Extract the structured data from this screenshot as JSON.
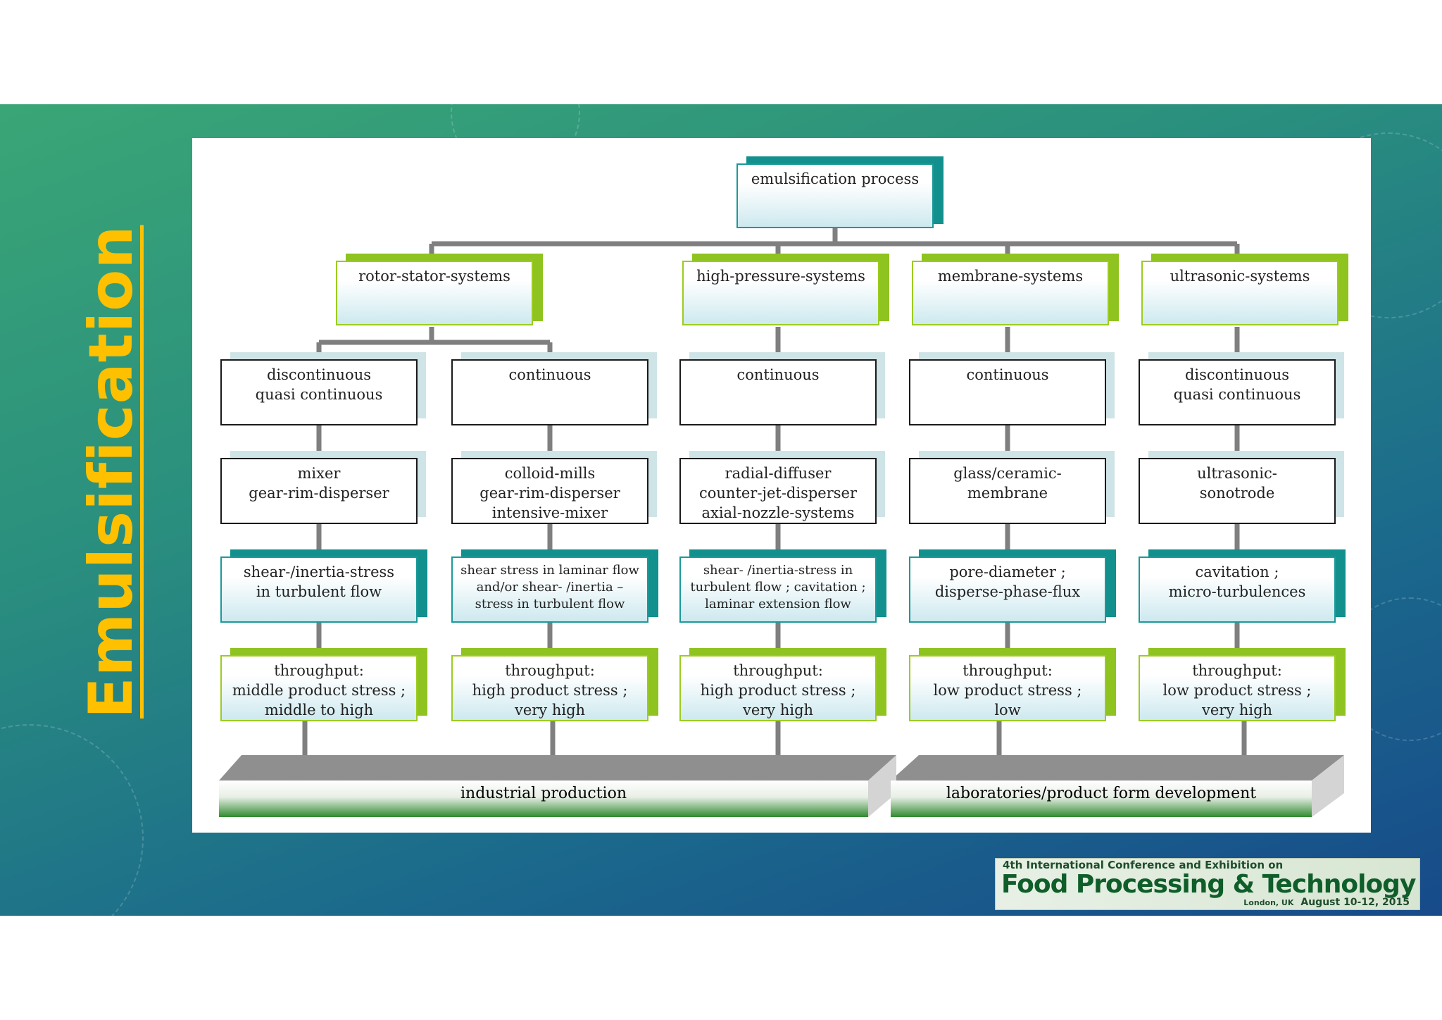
{
  "slide_title": "Emulsification",
  "root": {
    "label": "emulsification process"
  },
  "systems": [
    {
      "label": "rotor-stator-systems"
    },
    {
      "label": "high-pressure-systems"
    },
    {
      "label": "membrane-systems"
    },
    {
      "label": "ultrasonic-systems"
    }
  ],
  "columns": [
    {
      "mode": "discontinuous\nquasi continuous",
      "devices": "mixer\ngear-rim-disperser",
      "stress": "shear-/inertia-stress\nin turbulent flow",
      "throughput": "throughput:\nmiddle product stress ;\nmiddle to high"
    },
    {
      "mode": "continuous",
      "devices": "colloid-mills\ngear-rim-disperser\nintensive-mixer",
      "stress": "shear stress in laminar flow\nand/or shear- /inertia –\nstress in turbulent flow",
      "throughput": "throughput:\nhigh product stress ;\nvery high"
    },
    {
      "mode": "continuous",
      "devices": "radial-diffuser\ncounter-jet-disperser\naxial-nozzle-systems",
      "stress": "shear- /inertia-stress in\nturbulent flow ; cavitation ;\nlaminar extension flow",
      "throughput": "throughput:\nhigh product stress ;\nvery high"
    },
    {
      "mode": "continuous",
      "devices": "glass/ceramic-\nmembrane",
      "stress": "pore-diameter ;\ndisperse-phase-flux",
      "throughput": "throughput:\nlow product stress ;\nlow"
    },
    {
      "mode": "discontinuous\nquasi continuous",
      "devices": "ultrasonic-\nsonotrode",
      "stress": "cavitation ;\nmicro-turbulences",
      "throughput": "throughput:\nlow product stress ;\nvery high"
    }
  ],
  "bases": [
    {
      "label": "industrial production"
    },
    {
      "label": "laboratories/product form development"
    }
  ],
  "logo": {
    "line1": "4th International Conference and Exhibition on",
    "line2": "Food Processing & Technology",
    "location": "London, UK",
    "dates": "August 10-12, 2015"
  },
  "colors": {
    "title": "#ffc000",
    "teal_accent": "#12908e",
    "lime_accent": "#8fc31f",
    "connector": "#7f7f7f"
  }
}
